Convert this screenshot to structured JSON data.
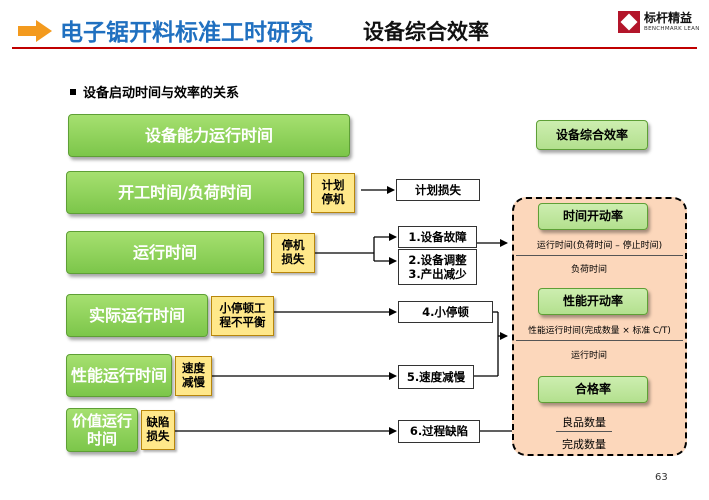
{
  "title": {
    "main": "电子锯开料标准工时研究",
    "sub": "设备综合效率"
  },
  "logo": {
    "cn": "标杆精益",
    "en": "BENCHMARK LEAN"
  },
  "bullet": "设备启动时间与效率的关系",
  "time_levels": [
    {
      "label": "设备能力运行时间"
    },
    {
      "label": "开工时间/负荷时间",
      "loss": "计划\n停机"
    },
    {
      "label": "运行时间",
      "loss": "停机\n损失"
    },
    {
      "label": "实际运行时间",
      "loss": "小停顿工\n程不平衡"
    },
    {
      "label": "性能运行时间",
      "loss": "速度\n减慢"
    },
    {
      "label": "价值运行\n时间",
      "loss": "缺陷\n损失"
    }
  ],
  "loss_items": [
    "计划损失",
    "1.设备故障",
    "2.设备调整\n3.产出减少",
    "4.小停顿",
    "5.速度减慢",
    "6.过程缺陷"
  ],
  "oee_title": "设备综合效率",
  "oee": {
    "availability": {
      "label": "时间开动率",
      "numerator": "运行时间(负荷时间 – 停止时间)",
      "denominator": "负荷时间"
    },
    "performance": {
      "label": "性能开动率",
      "numerator": "性能运行时间(完成数量 × 标准 C/T)",
      "denominator": "运行时间"
    },
    "quality": {
      "label": "合格率",
      "numerator": "良品数量",
      "denominator": "完成数量"
    }
  },
  "page_number": "63",
  "colors": {
    "title_blue": "#2070c0",
    "arrow_orange": "#f39a1e",
    "rule_red": "#c00000",
    "green": "#7cc64a",
    "yellow": "#ffe88a",
    "peach": "#fcd7bb"
  }
}
